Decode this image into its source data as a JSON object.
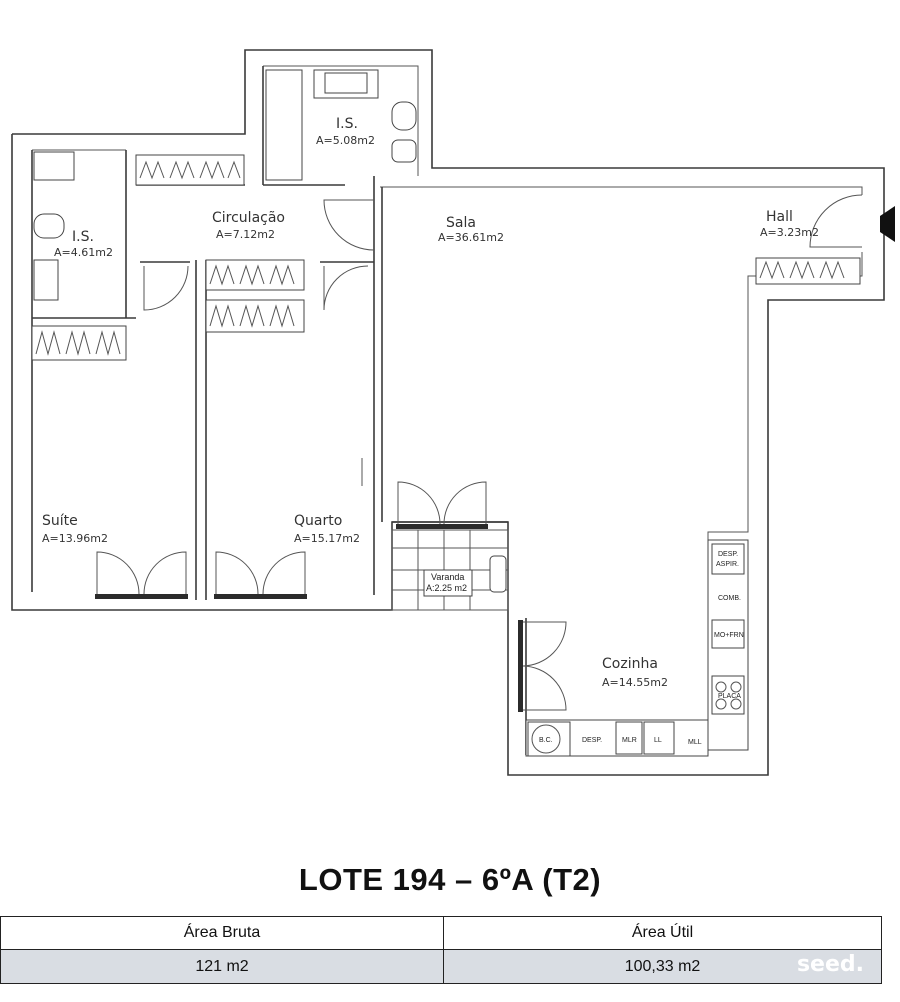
{
  "plan": {
    "rooms": [
      {
        "name": "I.S.",
        "area": "A=5.08m2"
      },
      {
        "name": "Circulação",
        "area": "A=7.12m2"
      },
      {
        "name": "Sala",
        "area": "A=36.61m2"
      },
      {
        "name": "Hall",
        "area": "A=3.23m2"
      },
      {
        "name": "I.S.",
        "area": "A=4.61m2"
      },
      {
        "name": "Suíte",
        "area": "A=13.96m2"
      },
      {
        "name": "Quarto",
        "area": "A=15.17m2"
      },
      {
        "name": "Cozinha",
        "area": "A=14.55m2"
      }
    ],
    "varanda": {
      "name": "Varanda",
      "area": "A:2.25 m2"
    },
    "appliances": {
      "desp_aspir": [
        "DESP.",
        "ASPIR."
      ],
      "comb": "COMB.",
      "mo_frn": "MO+FRN",
      "placa": "PLACA",
      "bc": "B.C.",
      "desp": "DESP.",
      "mlr": "MLR",
      "ll": "LL",
      "mll": "MLL"
    }
  },
  "title": "LOTE 194 – 6ºA (T2)",
  "areas_table": {
    "headers": [
      "Área Bruta",
      "Área Útil"
    ],
    "values": [
      "121 m2",
      "100,33 m2"
    ]
  },
  "brand": "seed."
}
